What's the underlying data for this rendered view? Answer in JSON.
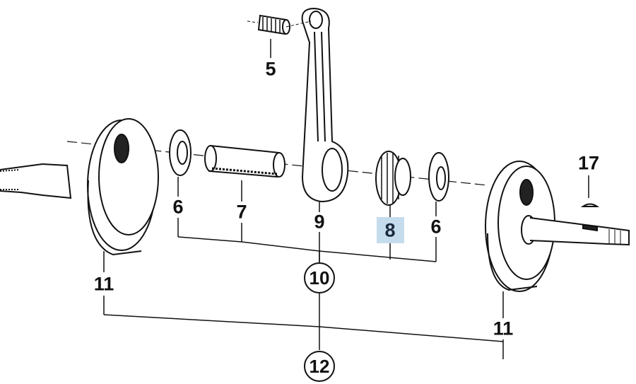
{
  "diagram": {
    "highlight_color": "#c5dced",
    "labels": [
      {
        "id": "part-5",
        "text": "5"
      },
      {
        "id": "part-6-left",
        "text": "6"
      },
      {
        "id": "part-7",
        "text": "7"
      },
      {
        "id": "part-9",
        "text": "9"
      },
      {
        "id": "part-8",
        "text": "8",
        "highlighted": true
      },
      {
        "id": "part-6-right",
        "text": "6"
      },
      {
        "id": "part-17",
        "text": "17"
      },
      {
        "id": "part-11-left",
        "text": "11"
      },
      {
        "id": "part-11-right",
        "text": "11"
      },
      {
        "id": "assembly-10",
        "text": "10"
      },
      {
        "id": "assembly-12",
        "text": "12"
      }
    ]
  }
}
